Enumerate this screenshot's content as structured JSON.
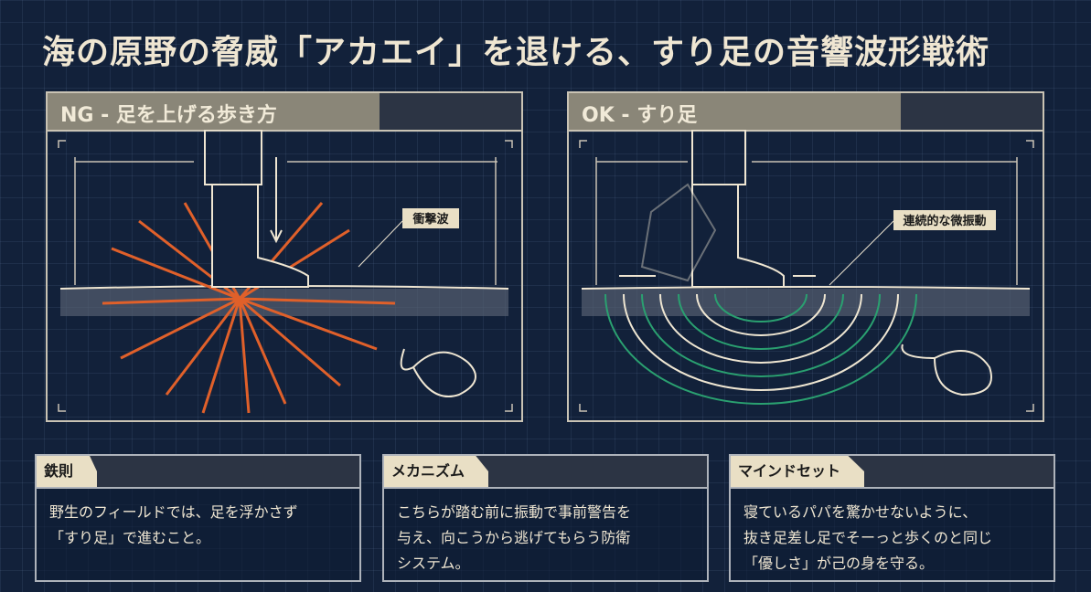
{
  "title": "海の原野の脅威「アカエイ」を退ける、すり足の音響波形戦術",
  "panels": [
    {
      "header": "NG - 足を上げる歩き方",
      "label": "衝撃波"
    },
    {
      "header": "OK - すり足",
      "label": "連続的な微振動"
    }
  ],
  "boxes": [
    {
      "tag": "鉄則",
      "text": "野生のフィールドでは、足を浮かさず\n「すり足」で進むこと。"
    },
    {
      "tag": "メカニズム",
      "text": "こちらが踏む前に振動で事前警告を\n与え、向こうから逃げてもらう防衛\nシステム。"
    },
    {
      "tag": "マインドセット",
      "text": "寝ているパパを驚かせないように、\n抜き足差し足でそーっと歩くのと同じ\n「優しさ」が己の身を守る。"
    }
  ],
  "colors": {
    "background": "#12213a",
    "accent_orange": "#e0602a",
    "wave_green": "#2aa070",
    "cream": "#efe6d2"
  }
}
